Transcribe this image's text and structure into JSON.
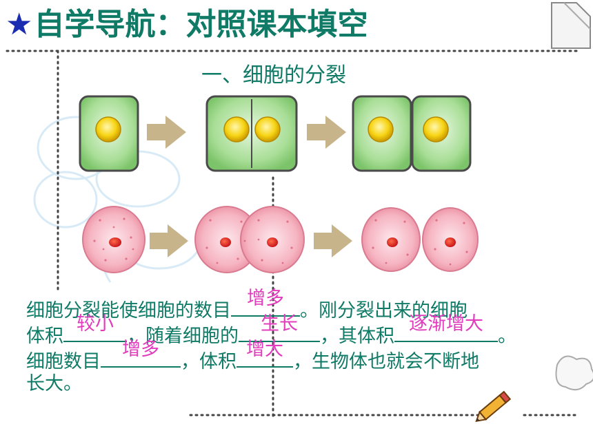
{
  "title": {
    "star": "★",
    "text": "自学导航：对照课本填空"
  },
  "section_heading": "一、细胞的分裂",
  "figures": {
    "plant_cell_division": "plant-cell-division-diagram",
    "animal_cell_division": "animal-cell-division-diagram"
  },
  "fill_in": {
    "line1": {
      "a": "细胞分裂能使细胞的数目",
      "blank1": "增多",
      "b": "。刚分裂出来的细胞"
    },
    "line2": {
      "a": "体积",
      "blank2": "较小",
      "b": "，随着细胞的",
      "blank3": "生长",
      "c": "，其体积",
      "blank4": "逐渐增大",
      "d": "。"
    },
    "line3": {
      "a": "细胞数目",
      "blank5": "增多",
      "b": "，体积",
      "blank6": "增大",
      "c": "，生物体也就会不断地"
    },
    "line4": {
      "a": "长大。"
    }
  },
  "colors": {
    "text": "#0f7a66",
    "answer": "#e03cbc",
    "star": "#1a2db0",
    "plant_cell": "#9fd98f",
    "animal_cell": "#f2a7b6"
  }
}
